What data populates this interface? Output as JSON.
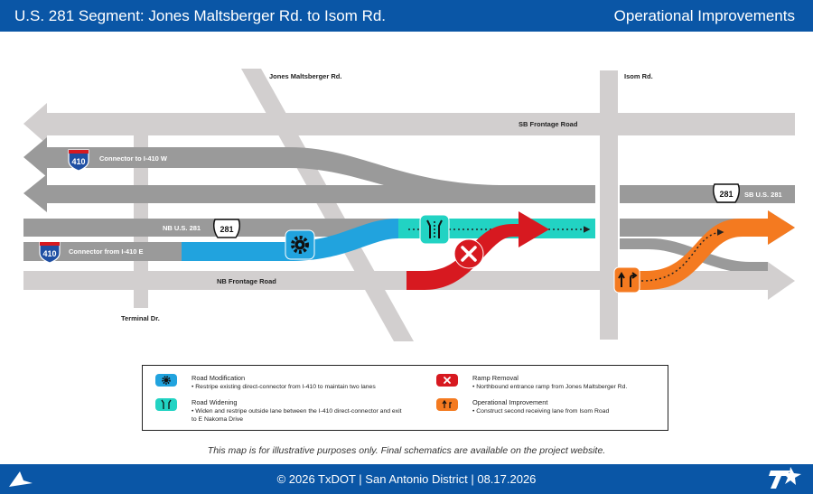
{
  "header": {
    "title": "U.S. 281 Segment: Jones Maltsberger Rd. to Isom Rd.",
    "subtitle": "Operational Improvements"
  },
  "map": {
    "roads": {
      "jones_maltsberger": "Jones Maltsberger Rd.",
      "isom": "Isom Rd.",
      "sb_frontage": "SB Frontage Road",
      "connector_to_410w": "Connector to I-410 W",
      "nb_us281": "NB U.S. 281",
      "connector_from_410e": "Connector from I-410 E",
      "nb_frontage": "NB Frontage Road",
      "terminal": "Terminal Dr.",
      "sb_us281": "SB U.S. 281"
    },
    "shields": {
      "interstate_1": "410",
      "interstate_2": "410",
      "us_1": "281",
      "us_2": "281"
    }
  },
  "legend": {
    "road_modification": {
      "title": "Road Modification",
      "desc": "•  Restripe existing direct-connector from I-410 to maintain two lanes"
    },
    "road_widening": {
      "title": "Road Widening",
      "desc": "•  Widen and restripe outside lane between the I-410 direct-connector and exit to E Nakoma Drive"
    },
    "ramp_removal": {
      "title": "Ramp Removal",
      "desc": "•  Northbound entrance ramp from Jones Maltsberger Rd."
    },
    "operational_improvement": {
      "title": "Operational Improvement",
      "desc": "•  Construct second receiving lane from Isom Road"
    }
  },
  "disclaimer": "This map is for illustrative purposes only. Final schematics are available on the project website.",
  "footer": {
    "text": "© 2026 TxDOT | San Antonio District | 08.17.2026"
  },
  "colors": {
    "header_blue": "#0a56a6",
    "road_light": "#d2cfcf",
    "road_dark": "#9a9a9a",
    "modification_blue": "#21a3de",
    "widening_teal": "#22d3c3",
    "removal_red": "#d71920",
    "operational_orange": "#f47a20"
  }
}
